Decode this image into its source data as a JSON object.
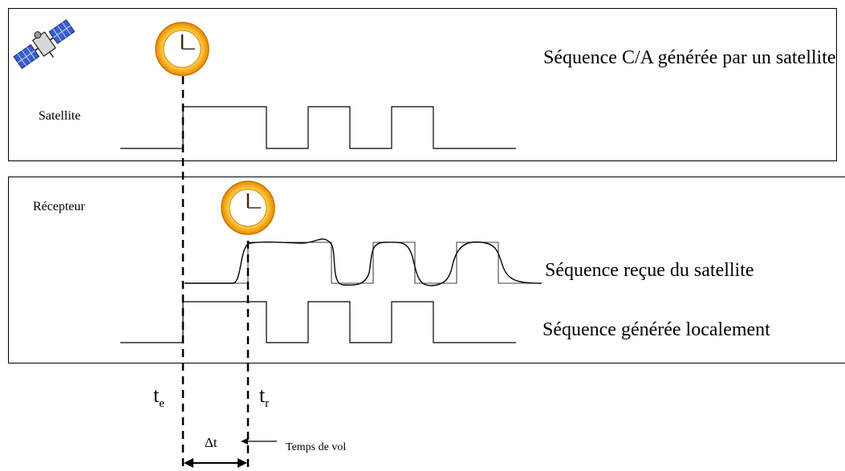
{
  "satellite_panel": {
    "label": "Satellite",
    "title": "Séquence C/A générée par un satellite"
  },
  "receiver_panel": {
    "label": "Récepteur",
    "received_label": "Séquence reçue du satellite",
    "local_label": "Séquence générée localement"
  },
  "timing": {
    "te_main": "t",
    "te_sub": "e",
    "tr_main": "t",
    "tr_sub": "r",
    "delta_label": "Δt",
    "flight_label": "Temps de vol"
  },
  "icons": {
    "satellite": "satellite-icon",
    "clock": "clock-icon"
  },
  "colors": {
    "clock_ring": "#f2b400",
    "clock_face": "#ffffff",
    "solar_panel": "#3a5fcd",
    "line": "#000000"
  }
}
